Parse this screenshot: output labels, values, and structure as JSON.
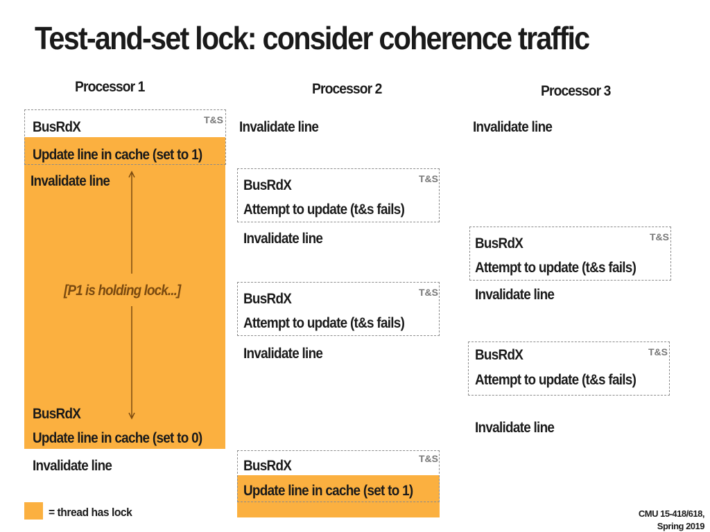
{
  "title": "Test-and-set lock: consider coherence traffic",
  "processors": [
    "Processor 1",
    "Processor 2",
    "Processor 3"
  ],
  "tag": "T&S",
  "labels": {
    "busrdx": "BusRdX",
    "invalidate": "Invalidate line",
    "update_set1": "Update line in cache (set to 1)",
    "update_set0": "Update line in cache (set to 0)",
    "attempt_fail": "Attempt to update (t&s fails)",
    "holding": "[P1 is holding lock...]"
  },
  "legend": "= thread has lock",
  "footer": {
    "line1": "CMU 15-418/618,",
    "line2": "Spring 2019"
  },
  "colors": {
    "lock_held": "#FBB040",
    "holding_text": "#7a4a10",
    "dashed_border": "#8a8a8a"
  }
}
